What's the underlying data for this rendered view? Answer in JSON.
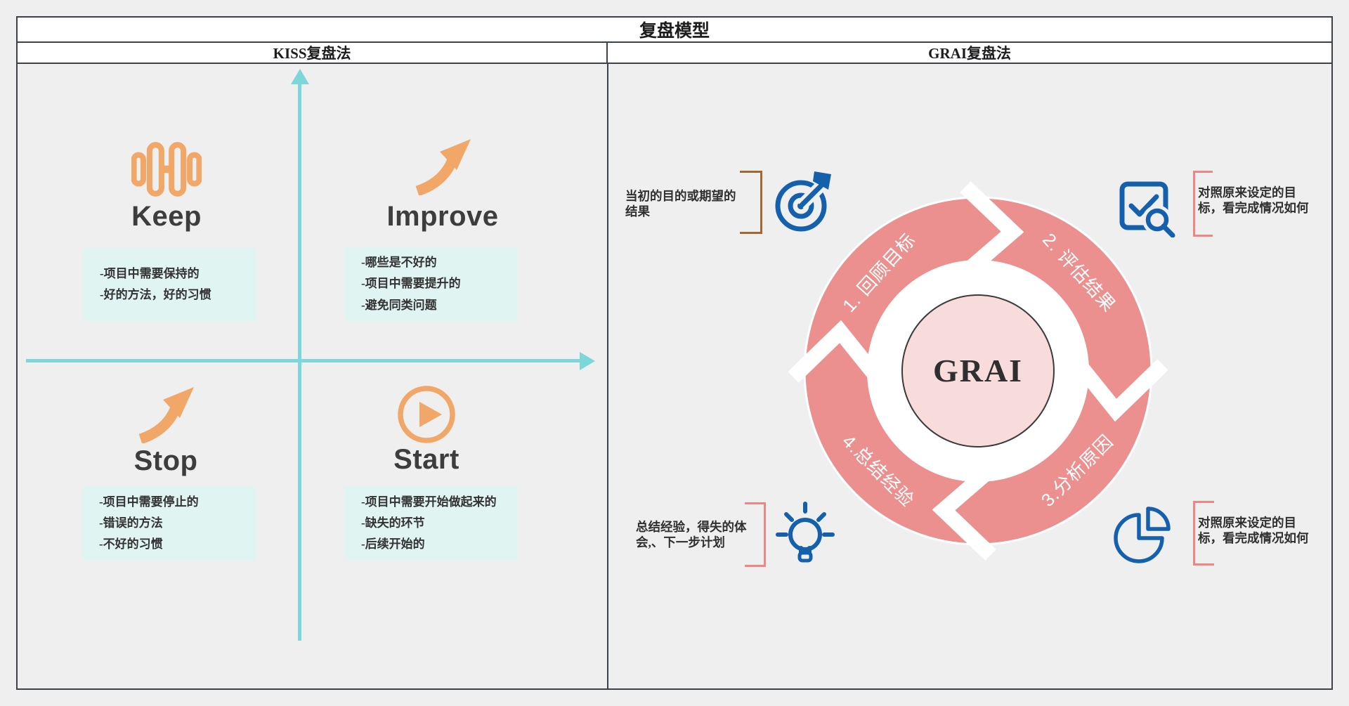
{
  "title": "复盘模型",
  "sections": {
    "kiss": {
      "header": "KISS复盘法"
    },
    "grai": {
      "header": "GRAI复盘法"
    }
  },
  "kiss": {
    "quadrants": [
      {
        "id": "keep",
        "icon": "dumbbell-icon",
        "title": "Keep",
        "notes": "-项目中需要保持的\n-好的方法，好的习惯"
      },
      {
        "id": "improve",
        "icon": "rising-arrow-icon",
        "title": "Improve",
        "notes": "-哪些是不好的\n-项目中需要提升的\n-避免同类问题"
      },
      {
        "id": "stop",
        "icon": "rising-arrow-icon",
        "title": "Stop",
        "notes": "-项目中需要停止的\n-错误的方法\n-不好的习惯"
      },
      {
        "id": "start",
        "icon": "play-icon",
        "title": "Start",
        "notes": "-项目中需要开始做起来的\n-缺失的环节\n-后续开始的"
      }
    ]
  },
  "grai": {
    "center_label": "GRAI",
    "ring_steps": [
      "1. 回顾目标",
      "2. 评估结果",
      "3.分析原因",
      "4.总结经验"
    ],
    "annotations": {
      "goal": "当初的目的或期望的\n结果",
      "result": "对照原来设定的目\n标，看完成情况如何",
      "analysis": "对照原来设定的目\n标，看完成情况如何",
      "insight": "总结经验，得失的体\n会,、下一步计划"
    }
  },
  "colors": {
    "background": "#efeff0",
    "border": "#3c4249",
    "axis_teal": "#7cd6da",
    "note_mint": "#e0f4f1",
    "icon_orange": "#f0a768",
    "ring_pink": "#ec8f8f",
    "center_pink": "#f8dcdc",
    "icon_blue": "#1560ad",
    "bracket_brown": "#a4672f",
    "bracket_pink": "#ee8686"
  }
}
